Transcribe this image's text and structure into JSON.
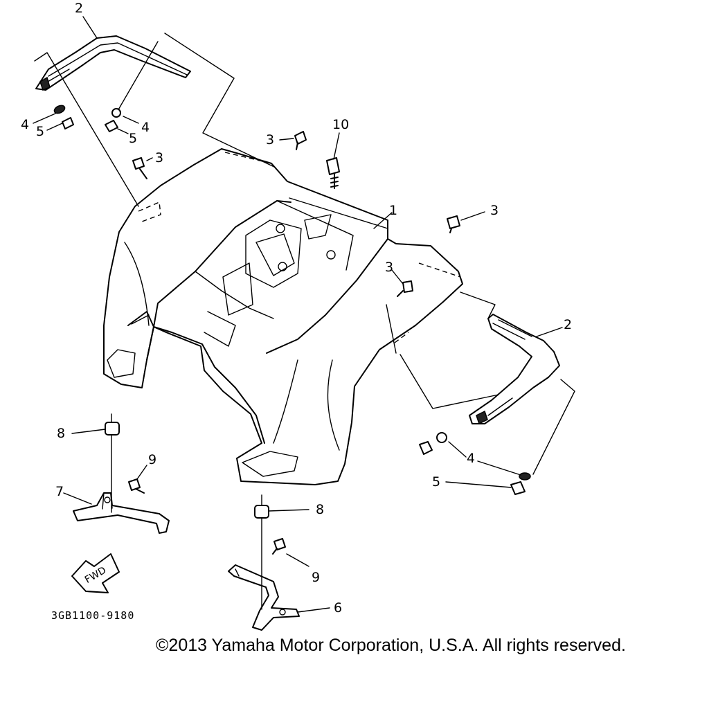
{
  "diagram": {
    "callouts": {
      "c2_top": "2",
      "c4_left": "4",
      "c5_left": "5",
      "c4_mid": "4",
      "c5_mid": "5",
      "c3_top": "3",
      "c3_left": "3",
      "c10": "10",
      "c1": "1",
      "c3_right": "3",
      "c3_inner": "3",
      "c2_right": "2",
      "c8_left": "8",
      "c9_left": "9",
      "c7": "7",
      "c8_bottom": "8",
      "c9_bottom": "9",
      "c6": "6",
      "c4_right": "4",
      "c5_right": "5"
    },
    "fwd_label": "FWD",
    "part_code": "3GB1100-9180",
    "copyright": "©2013 Yamaha Motor Corporation, U.S.A. All rights reserved."
  }
}
